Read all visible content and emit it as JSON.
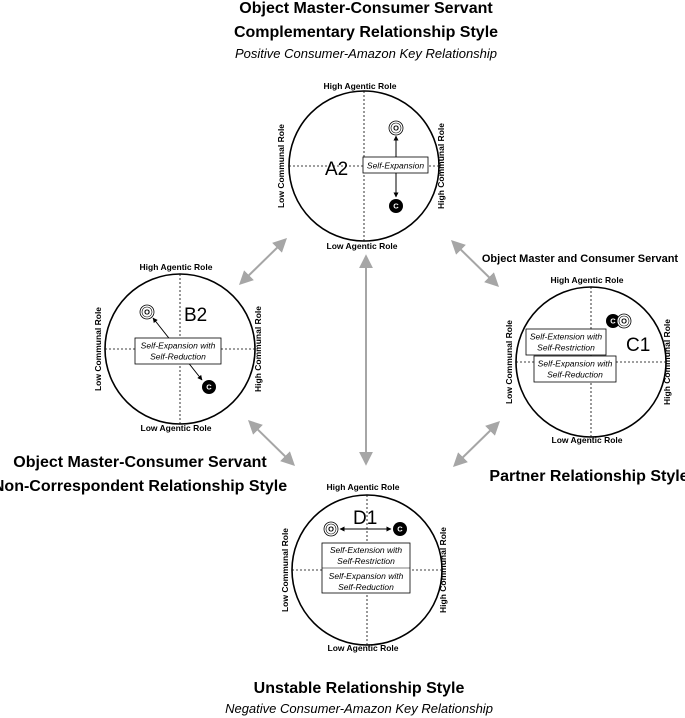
{
  "titles": {
    "top_line1": "Object Master-Consumer Servant",
    "top_line2": "Complementary Relationship Style",
    "top_sub": "Positive Consumer-Amazon Key Relationship",
    "left_line1": "Object Master-Consumer Servant",
    "left_line2": "Non-Correspondent Relationship Style",
    "right_above": "Object Master and Consumer Servant",
    "right_title": "Partner Relationship Style",
    "bottom_title": "Unstable Relationship Style",
    "bottom_sub": "Negative Consumer-Amazon Key Relationship"
  },
  "axes": {
    "high_agentic": "High Agentic Role",
    "low_agentic": "Low Agentic Role",
    "low_communal": "Low Communal Role",
    "high_communal": "High Communal Role"
  },
  "nodes": {
    "object": "O",
    "consumer": "C"
  },
  "quadrants": {
    "a2": {
      "label": "A2",
      "box": [
        "Self-Expansion"
      ]
    },
    "b2": {
      "label": "B2",
      "box": [
        "Self-Expansion with",
        "Self-Reduction"
      ]
    },
    "c1": {
      "label": "C1",
      "box1": [
        "Self-Extension with",
        "Self-Restriction"
      ],
      "box2": [
        "Self-Expansion with",
        "Self-Reduction"
      ]
    },
    "d1": {
      "label": "D1",
      "box1": [
        "Self-Extension with",
        "Self-Restriction"
      ],
      "box2": [
        "Self-Expansion with",
        "Self-Reduction"
      ]
    }
  },
  "colors": {
    "connector_arrow": "#a6a6a6",
    "consumer_fill": "#000000",
    "object_fill": "#ffffff"
  }
}
